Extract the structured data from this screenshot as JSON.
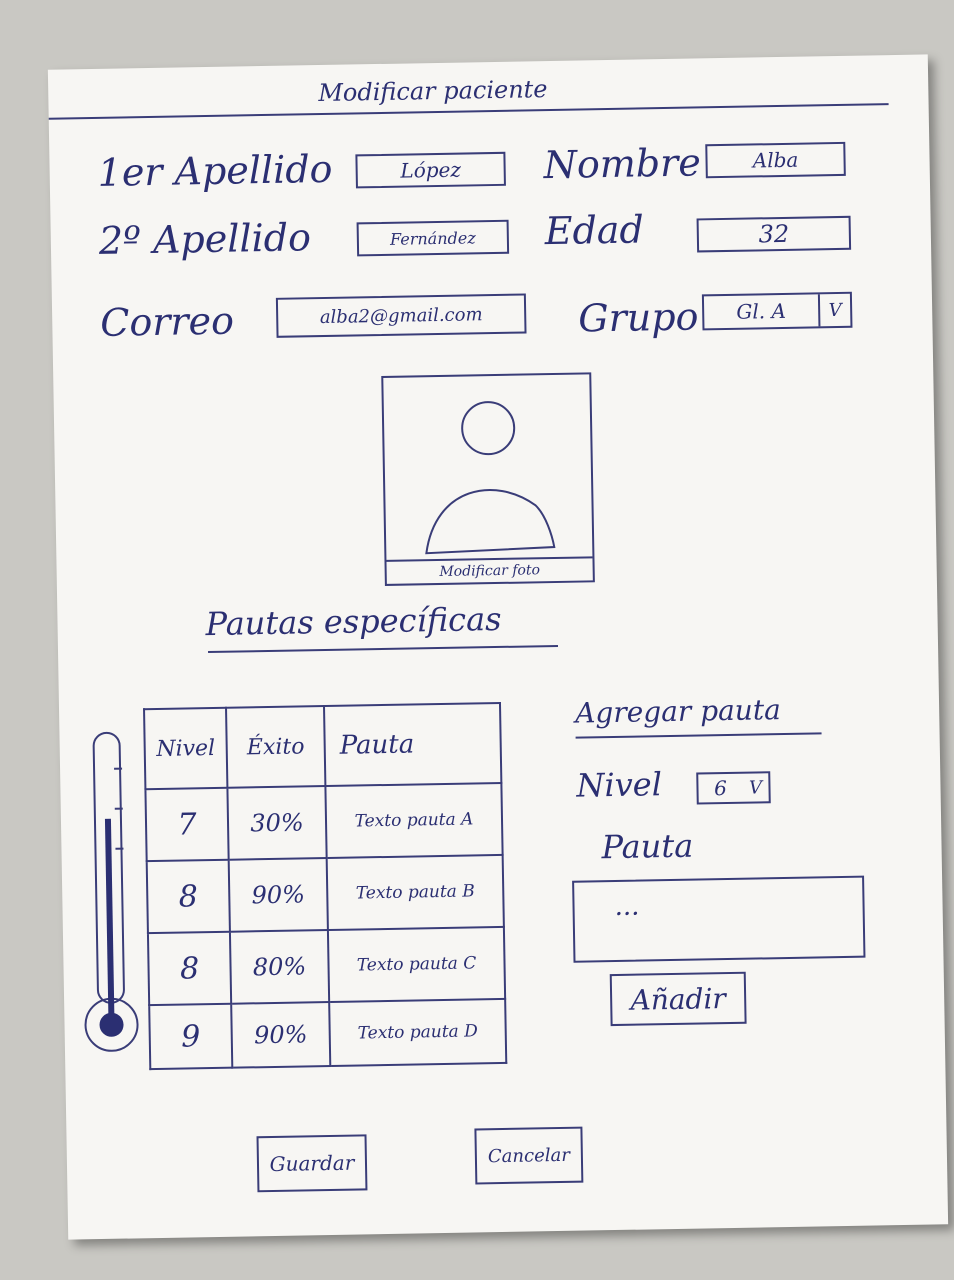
{
  "window": {
    "title": "Modificar paciente"
  },
  "form": {
    "first_surname": {
      "label": "1er Apellido",
      "value": "López"
    },
    "second_surname": {
      "label": "2º Apellido",
      "value": "Fernández"
    },
    "name": {
      "label": "Nombre",
      "value": "Alba"
    },
    "age": {
      "label": "Edad",
      "value": "32"
    },
    "email": {
      "label": "Correo",
      "value": "alba2@gmail.com"
    },
    "group": {
      "label": "Grupo",
      "value": "Gl. A",
      "dropdown": "V"
    }
  },
  "photo": {
    "button_label": "Modificar foto",
    "icon": "user-avatar-icon"
  },
  "guidelines": {
    "heading": "Pautas específicas",
    "columns": [
      "Nivel",
      "Éxito",
      "Pauta"
    ],
    "rows": [
      {
        "level": "7",
        "success": "30%",
        "text": "Texto pauta A"
      },
      {
        "level": "8",
        "success": "90%",
        "text": "Texto pauta B"
      },
      {
        "level": "8",
        "success": "80%",
        "text": "Texto pauta C"
      },
      {
        "level": "9",
        "success": "90%",
        "text": "Texto pauta D"
      }
    ],
    "thermometer_icon": "thermometer-icon"
  },
  "add_guideline": {
    "heading": "Agregar pauta",
    "level_label": "Nivel",
    "level_value": "6",
    "level_dropdown": "V",
    "text_label": "Pauta",
    "text_placeholder": "...",
    "add_button": "Añadir"
  },
  "actions": {
    "save": "Guardar",
    "cancel": "Cancelar"
  },
  "colors": {
    "ink": "#2b2f72",
    "paper": "#f7f6f3",
    "background": "#c9c8c3"
  }
}
